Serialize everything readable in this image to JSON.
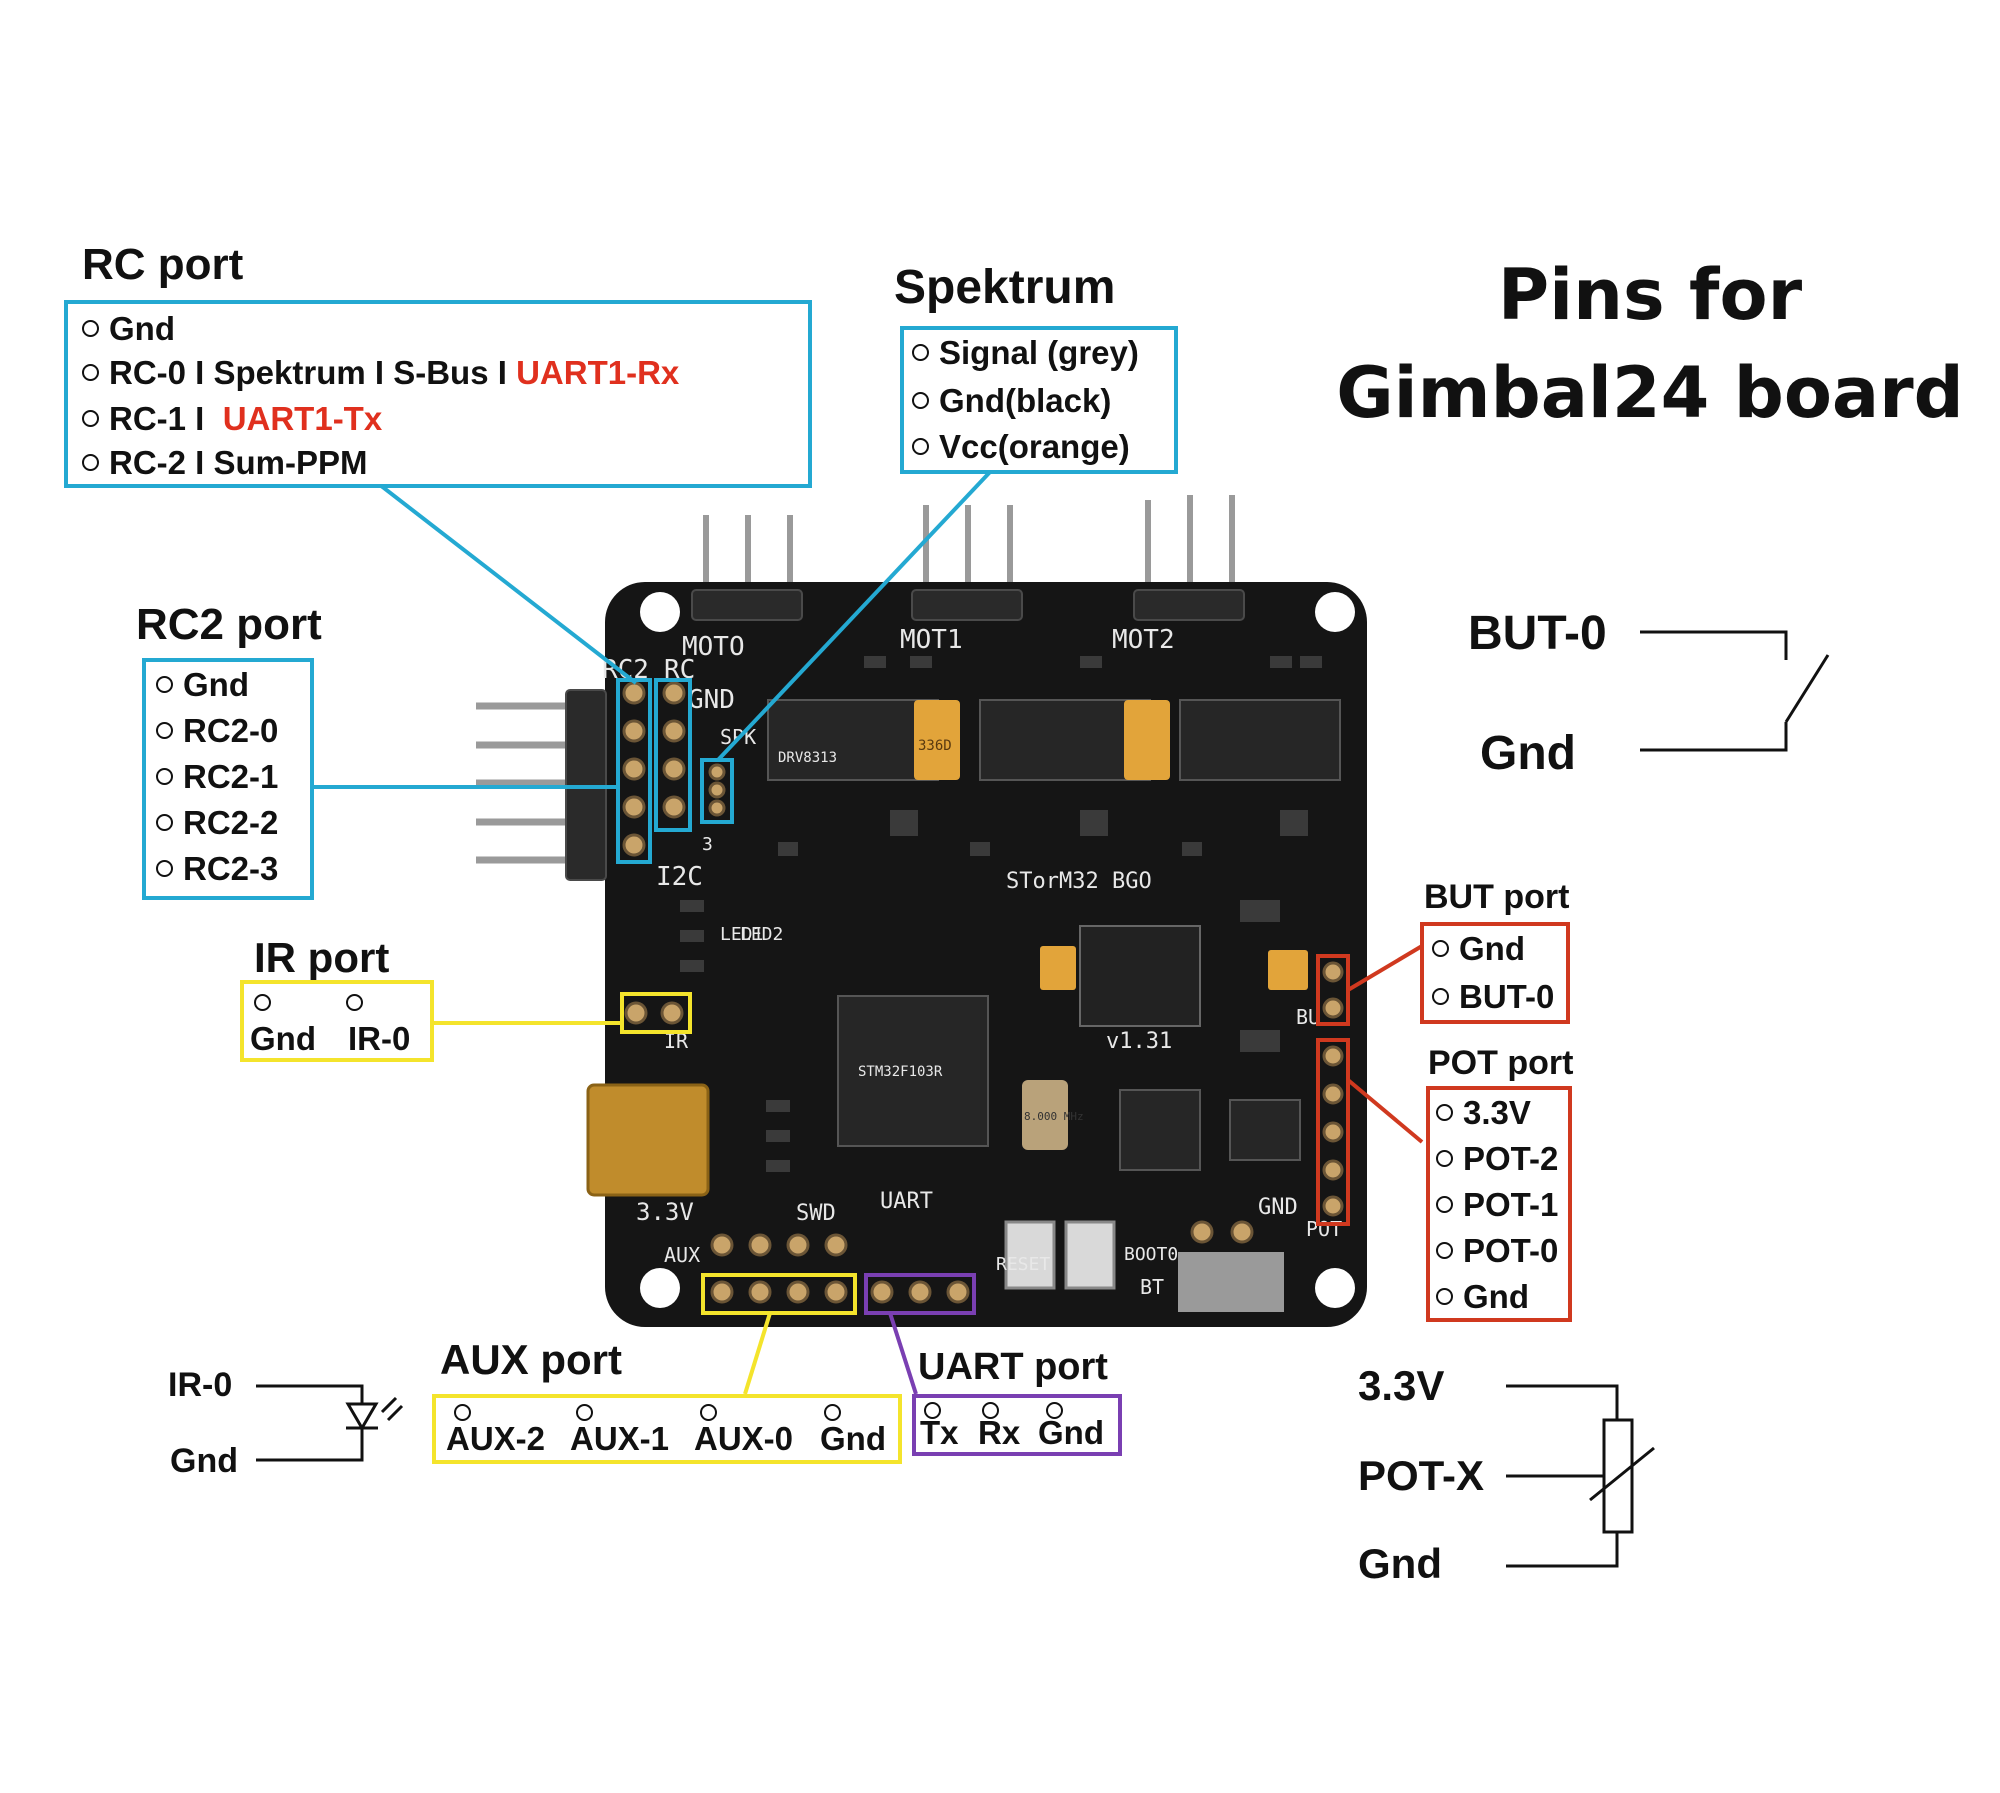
{
  "title": {
    "line1": "Pins for",
    "line2": "Gimbal24 board"
  },
  "colors": {
    "rc": "#24a9d2",
    "ir_aux": "#f4e42c",
    "uart": "#7a3fb2",
    "but_pot": "#d0391f",
    "red_text": "#e0301e"
  },
  "rc_port": {
    "heading": "RC port",
    "rows": [
      {
        "text": "Gnd"
      },
      {
        "text": "RC-0 I Spektrum I S-Bus I",
        "red": "UART1-Rx"
      },
      {
        "text": "RC-1 I",
        "red": "UART1-Tx"
      },
      {
        "text": "RC-2 I Sum-PPM"
      }
    ]
  },
  "spektrum": {
    "heading": "Spektrum",
    "rows": [
      "Signal (grey)",
      "Gnd(black)",
      "Vcc(orange)"
    ]
  },
  "rc2_port": {
    "heading": "RC2 port",
    "rows": [
      "Gnd",
      "RC2-0",
      "RC2-1",
      "RC2-2",
      "RC2-3"
    ]
  },
  "ir_port": {
    "heading": "IR port",
    "labels": [
      "Gnd",
      "IR-0"
    ]
  },
  "aux_port": {
    "heading": "AUX port",
    "labels": [
      "AUX-2",
      "AUX-1",
      "AUX-0",
      "Gnd"
    ]
  },
  "uart_port": {
    "heading": "UART port",
    "labels": [
      "Tx",
      "Rx",
      "Gnd"
    ]
  },
  "but_port": {
    "heading": "BUT port",
    "rows": [
      "Gnd",
      "BUT-0"
    ]
  },
  "pot_port": {
    "heading": "POT port",
    "rows": [
      "3.3V",
      "POT-2",
      "POT-1",
      "POT-0",
      "Gnd"
    ]
  },
  "but_schematic": {
    "top": "BUT-0",
    "bottom": "Gnd"
  },
  "pot_schematic": {
    "top": "3.3V",
    "middle": "POT-X",
    "bottom": "Gnd"
  },
  "ir_schematic": {
    "top": "IR-0",
    "bottom": "Gnd"
  },
  "board_silkscreen": {
    "moto": "MOTO",
    "mot1": "MOT1",
    "mot2": "MOT2",
    "rc2": "RC2",
    "rc": "RC",
    "gnd": "GND",
    "i2c": "I2C",
    "name": "STorM32 BGO",
    "version": "v1.31",
    "ir": "IR",
    "swd": "SWD",
    "uart": "UART",
    "reset": "RESET",
    "boot0": "BOOT0",
    "bt": "BT",
    "aux": "AUX",
    "v33": "3.3V",
    "pot": "POT",
    "gnd2": "GND",
    "led1": "LED1",
    "led2": "LED2",
    "spk": "SPK",
    "bu": "BU",
    "num3": "3",
    "mcu": "STM32F103R",
    "chip1": "DRV8313",
    "cap1": "336D",
    "crystal": "8.000 MHz"
  }
}
